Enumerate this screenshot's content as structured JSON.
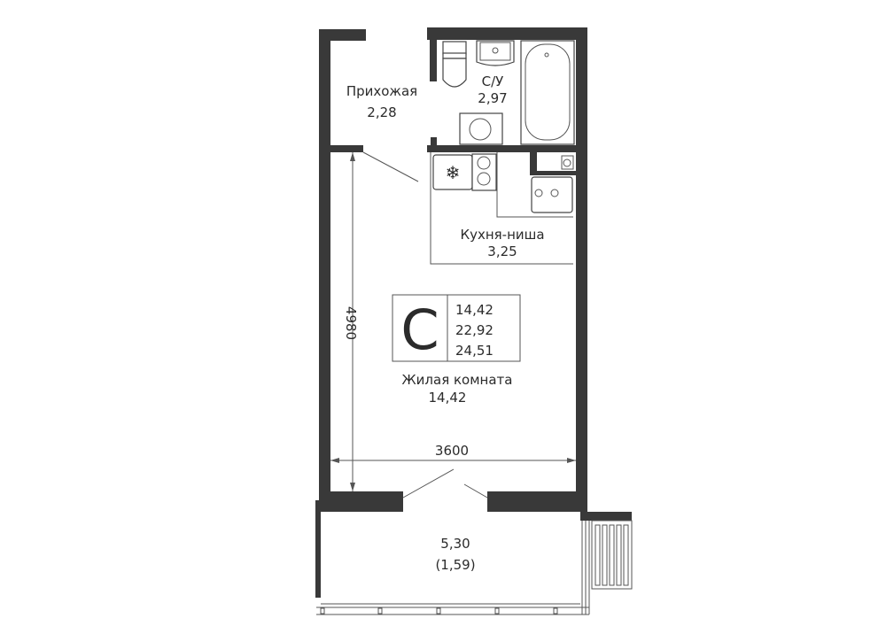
{
  "rooms": {
    "hallway": {
      "name": "Прихожая",
      "area": "2,28"
    },
    "bathroom": {
      "name": "С/У",
      "area": "2,97"
    },
    "kitchen": {
      "name": "Кухня-ниша",
      "area": "3,25"
    },
    "living": {
      "name": "Жилая комната",
      "area": "14,42"
    },
    "balcony": {
      "area": "5,30",
      "reduced_area": "(1,59)"
    }
  },
  "summary": {
    "type_letter": "С",
    "living_area": "14,42",
    "total_area": "22,92",
    "total_with_balcony": "24,51"
  },
  "dimensions": {
    "height": "4980",
    "width": "3600"
  },
  "colors": {
    "wall": "#393939",
    "line": "#555555"
  }
}
